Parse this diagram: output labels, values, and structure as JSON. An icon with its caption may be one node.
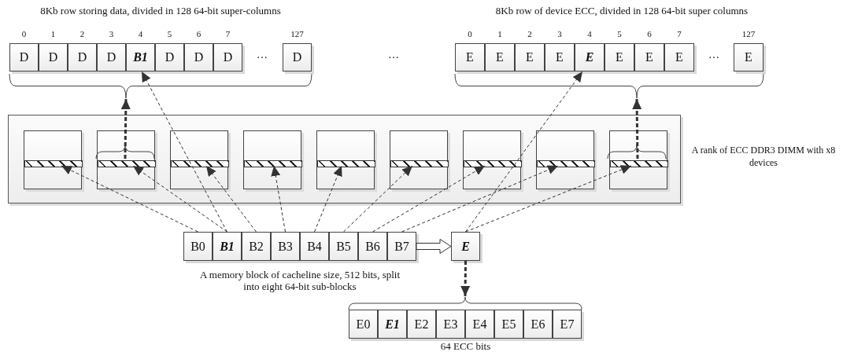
{
  "diagram": {
    "nodes": [
      {
        "text": [
          "8Kb row storing data, divided in 128 64-bit super-columns"
        ]
      },
      {
        "text": [
          "D"
        ],
        "in": 0,
        "beside": [
          "0"
        ]
      },
      {
        "text": [
          "D"
        ],
        "in": 0,
        "beside": [
          "1"
        ]
      },
      {
        "text": [
          "D"
        ],
        "in": 0,
        "beside": [
          "2"
        ]
      },
      {
        "text": [
          "D"
        ],
        "in": 0,
        "beside": [
          "3"
        ]
      },
      {
        "text": [
          "B1"
        ],
        "in": 0,
        "beside": [
          "4"
        ]
      },
      {
        "text": [
          "D"
        ],
        "in": 0,
        "beside": [
          "5"
        ]
      },
      {
        "text": [
          "D"
        ],
        "in": 0,
        "beside": [
          "6"
        ]
      },
      {
        "text": [
          "D"
        ],
        "in": 0,
        "beside": [
          "7"
        ]
      },
      {
        "text": [
          "D"
        ],
        "in": 0,
        "beside": [
          "127"
        ]
      },
      {
        "text": [
          "8Kb row of device ECC, divided in 128 64-bit super columns"
        ]
      },
      {
        "text": [
          "E"
        ],
        "in": 10,
        "beside": [
          "0"
        ]
      },
      {
        "text": [
          "E"
        ],
        "in": 10,
        "beside": [
          "1"
        ]
      },
      {
        "text": [
          "E"
        ],
        "in": 10,
        "beside": [
          "2"
        ]
      },
      {
        "text": [
          "E"
        ],
        "in": 10,
        "beside": [
          "3"
        ]
      },
      {
        "text": [
          "E"
        ],
        "in": 10,
        "beside": [
          "4"
        ]
      },
      {
        "text": [
          "E"
        ],
        "in": 10,
        "beside": [
          "5"
        ]
      },
      {
        "text": [
          "E"
        ],
        "in": 10,
        "beside": [
          "6"
        ]
      },
      {
        "text": [
          "E"
        ],
        "in": 10,
        "beside": [
          "7"
        ]
      },
      {
        "text": [
          "E"
        ],
        "in": 10,
        "beside": [
          "127"
        ]
      },
      {
        "text": [],
        "shape": "box",
        "beside": [
          "A rank of ECC DDR3 DIMM with x8 devices"
        ]
      },
      {
        "text": [],
        "shape": "box",
        "in": 20
      },
      {
        "text": [],
        "shape": "bar",
        "in": 21
      },
      {
        "text": [],
        "shape": "box",
        "in": 20
      },
      {
        "text": [],
        "shape": "bar",
        "in": 23
      },
      {
        "text": [],
        "shape": "box",
        "in": 20
      },
      {
        "text": [],
        "shape": "bar",
        "in": 25
      },
      {
        "text": [],
        "shape": "box",
        "in": 20
      },
      {
        "text": [],
        "shape": "bar",
        "in": 27
      },
      {
        "text": [],
        "shape": "box",
        "in": 20
      },
      {
        "text": [],
        "shape": "bar",
        "in": 29
      },
      {
        "text": [],
        "shape": "box",
        "in": 20
      },
      {
        "text": [],
        "shape": "bar",
        "in": 31
      },
      {
        "text": [],
        "shape": "box",
        "in": 20
      },
      {
        "text": [],
        "shape": "bar",
        "in": 33
      },
      {
        "text": [],
        "shape": "box",
        "in": 20
      },
      {
        "text": [],
        "shape": "bar",
        "in": 35
      },
      {
        "text": [],
        "shape": "box",
        "in": 20
      },
      {
        "text": [],
        "shape": "bar",
        "in": 37
      },
      {
        "text": [
          "A memory block of cacheline size, 512 bits, split into eight 64-bit sub-blocks"
        ]
      },
      {
        "text": [
          "B0"
        ],
        "in": 39
      },
      {
        "text": [
          "B1"
        ],
        "in": 39
      },
      {
        "text": [
          "B2"
        ],
        "in": 39
      },
      {
        "text": [
          "B3"
        ],
        "in": 39
      },
      {
        "text": [
          "B4"
        ],
        "in": 39
      },
      {
        "text": [
          "B5"
        ],
        "in": 39
      },
      {
        "text": [
          "B6"
        ],
        "in": 39
      },
      {
        "text": [
          "B7"
        ],
        "in": 39
      },
      {
        "text": [
          "E"
        ]
      },
      {
        "text": [
          "64 ECC bits"
        ]
      },
      {
        "text": [
          "E0"
        ],
        "in": 49
      },
      {
        "text": [
          "E1"
        ],
        "in": 49
      },
      {
        "text": [
          "E2"
        ],
        "in": 49
      },
      {
        "text": [
          "E3"
        ],
        "in": 49
      },
      {
        "text": [
          "E4"
        ],
        "in": 49
      },
      {
        "text": [
          "E5"
        ],
        "in": 49
      },
      {
        "text": [
          "E6"
        ],
        "in": 49
      },
      {
        "text": [
          "E7"
        ],
        "in": 49
      }
    ],
    "edges": [
      {
        "from": 40,
        "to": 22,
        "arrow": "to",
        "style": "dashed"
      },
      {
        "from": 41,
        "to": 24,
        "arrow": "to",
        "style": "dashed"
      },
      {
        "from": 41,
        "to": 5,
        "arrow": "to",
        "style": "dashed"
      },
      {
        "from": 42,
        "to": 26,
        "arrow": "to",
        "style": "dashed"
      },
      {
        "from": 43,
        "to": 28,
        "arrow": "to",
        "style": "dashed"
      },
      {
        "from": 44,
        "to": 30,
        "arrow": "to",
        "style": "dashed"
      },
      {
        "from": 45,
        "to": 32,
        "arrow": "to",
        "style": "dashed"
      },
      {
        "from": 46,
        "to": 34,
        "arrow": "to",
        "style": "dashed"
      },
      {
        "from": 47,
        "to": 36,
        "arrow": "to",
        "style": "dashed"
      },
      {
        "from": 48,
        "to": 38,
        "arrow": "to",
        "style": "dashed"
      },
      {
        "from": 48,
        "to": 15,
        "arrow": "to",
        "style": "dashed"
      },
      {
        "from": 24,
        "to": 0,
        "arrow": "to",
        "style": "dashed"
      },
      {
        "from": 38,
        "to": 10,
        "arrow": "to",
        "style": "dashed"
      },
      {
        "from": 47,
        "to": 48,
        "arrow": "to"
      },
      {
        "from": 48,
        "to": 49,
        "arrow": "to",
        "style": "dashed"
      }
    ],
    "labels": [
      "…",
      "…",
      "…"
    ]
  }
}
